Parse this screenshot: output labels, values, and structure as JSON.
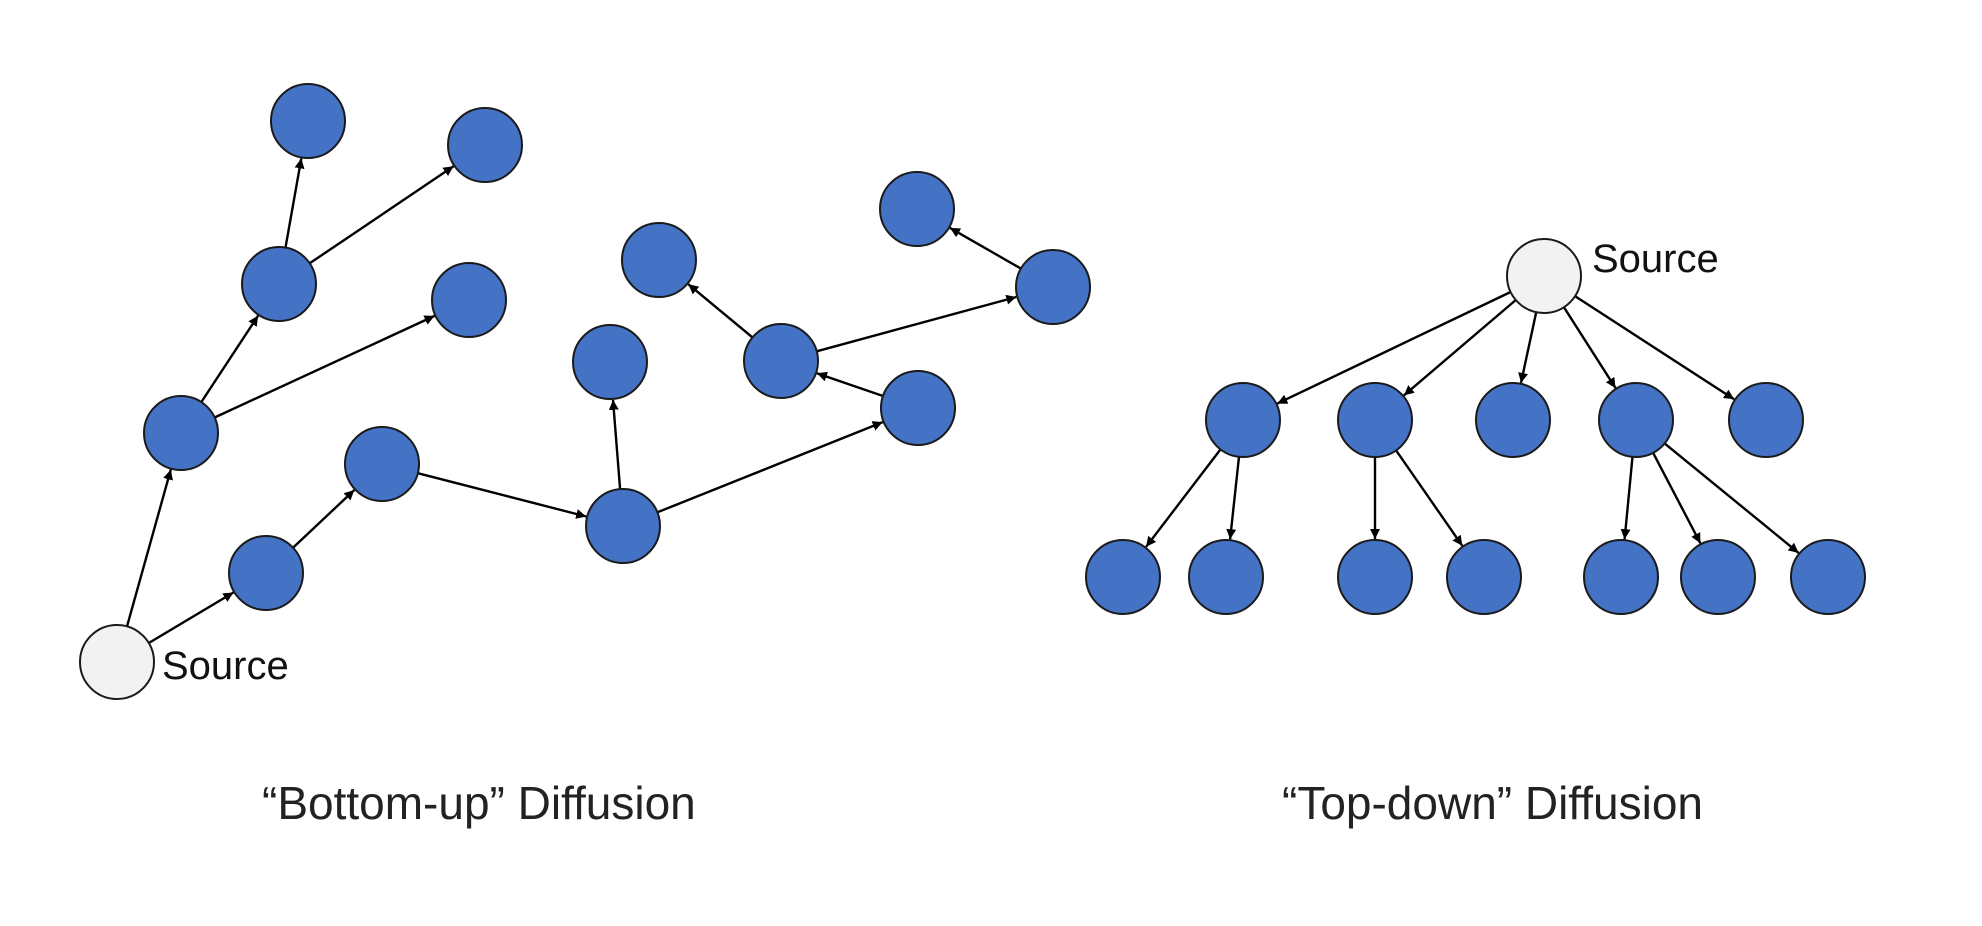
{
  "colors": {
    "node_fill": "#4472c4",
    "node_stroke": "#1a1a1a",
    "source_fill": "#f2f2f2",
    "arrow": "#000000"
  },
  "bottom_up": {
    "caption": "“Bottom-up” Diffusion",
    "source_label": "Source",
    "source": "s",
    "nodes": [
      "s",
      "a",
      "b",
      "c",
      "d",
      "e",
      "f",
      "g",
      "h",
      "i",
      "j",
      "k",
      "l",
      "m",
      "n",
      "o",
      "p"
    ],
    "edges": [
      [
        "s",
        "a"
      ],
      [
        "s",
        "b"
      ],
      [
        "b",
        "c"
      ],
      [
        "c",
        "d"
      ],
      [
        "a",
        "e"
      ],
      [
        "a",
        "f"
      ],
      [
        "f",
        "g"
      ],
      [
        "f",
        "h"
      ],
      [
        "d",
        "i"
      ],
      [
        "d",
        "j"
      ],
      [
        "j",
        "k"
      ],
      [
        "k",
        "l"
      ],
      [
        "k",
        "m"
      ],
      [
        "m",
        "n"
      ],
      [
        "n",
        "o"
      ],
      [
        "j",
        "p"
      ]
    ]
  },
  "top_down": {
    "caption": "“Top-down” Diffusion",
    "source_label": "Source",
    "source": "S",
    "nodes": [
      "S",
      "A",
      "B",
      "C",
      "D",
      "E",
      "A1",
      "A2",
      "B1",
      "B2",
      "D1",
      "D2",
      "D3"
    ],
    "edges": [
      [
        "S",
        "A"
      ],
      [
        "S",
        "B"
      ],
      [
        "S",
        "C"
      ],
      [
        "S",
        "D"
      ],
      [
        "S",
        "E"
      ],
      [
        "A",
        "A1"
      ],
      [
        "A",
        "A2"
      ],
      [
        "B",
        "B1"
      ],
      [
        "B",
        "B2"
      ],
      [
        "D",
        "D1"
      ],
      [
        "D",
        "D2"
      ],
      [
        "D",
        "D3"
      ]
    ]
  }
}
